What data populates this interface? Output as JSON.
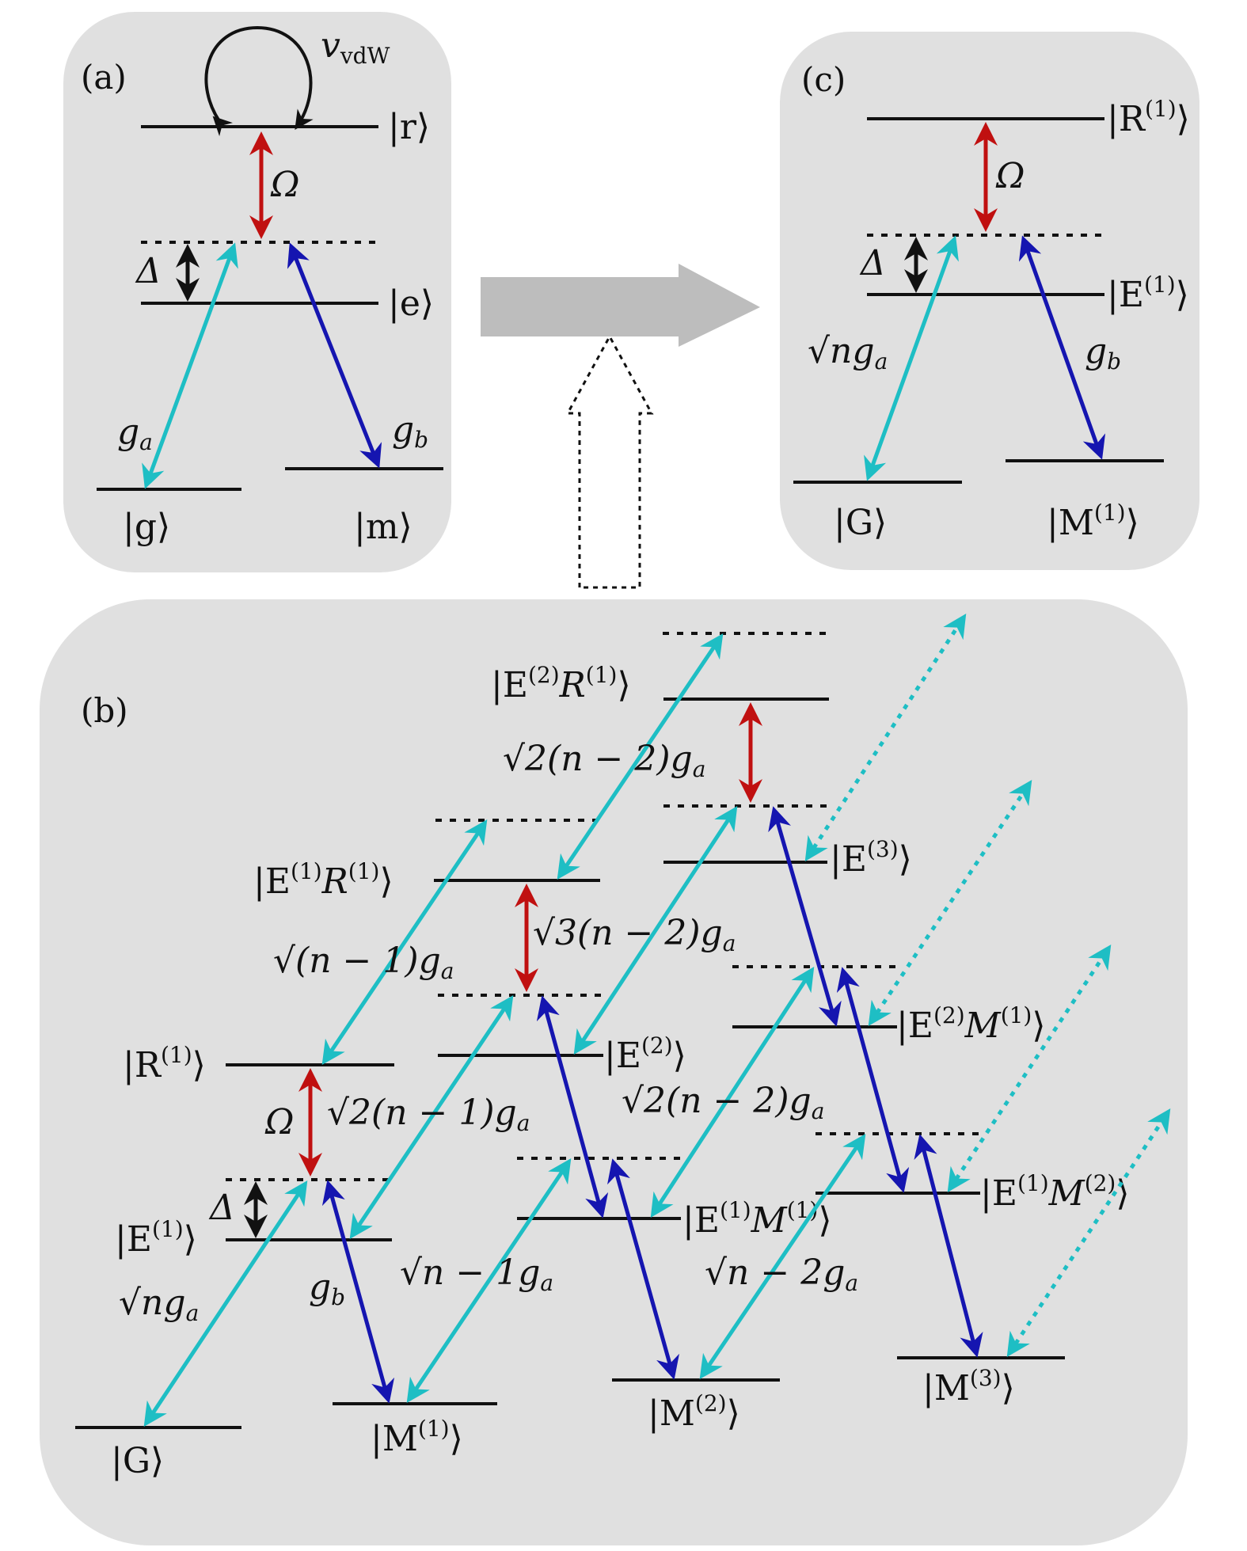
{
  "panels": {
    "a": {
      "label": "(a)",
      "levels": {
        "r": "|r⟩",
        "e": "|e⟩",
        "g": "|g⟩",
        "m": "|m⟩"
      },
      "vdw": {
        "main": "v",
        "sub": "vdW"
      },
      "omega": "Ω",
      "delta": "Δ",
      "ga": {
        "main": "g",
        "sub": "a"
      },
      "gb": {
        "main": "g",
        "sub": "b"
      }
    },
    "b": {
      "label": "(b)",
      "levels": {
        "G": "|G⟩",
        "E1": {
          "pre": "|E",
          "sup": "(1)",
          "post": "⟩"
        },
        "R1": {
          "pre": "|R",
          "sup": "(1)",
          "post": "⟩"
        },
        "M1": {
          "pre": "|M",
          "sup": "(1)",
          "post": "⟩"
        },
        "E2": {
          "pre": "|E",
          "sup": "(2)",
          "post": "⟩"
        },
        "E1R1": {
          "pre": "|E",
          "sup1": "(1)",
          "mid": "R",
          "sup2": "(1)",
          "post": "⟩"
        },
        "E1M1": {
          "pre": "|E",
          "sup1": "(1)",
          "mid": "M",
          "sup2": "(1)",
          "post": "⟩"
        },
        "M2": {
          "pre": "|M",
          "sup": "(2)",
          "post": "⟩"
        },
        "E2R1": {
          "pre": "|E",
          "sup1": "(2)",
          "mid": "R",
          "sup2": "(1)",
          "post": "⟩"
        },
        "E3": {
          "pre": "|E",
          "sup": "(3)",
          "post": "⟩"
        },
        "E2M1": {
          "pre": "|E",
          "sup1": "(2)",
          "mid": "M",
          "sup2": "(1)",
          "post": "⟩"
        },
        "E1M2": {
          "pre": "|E",
          "sup1": "(1)",
          "mid": "M",
          "sup2": "(2)",
          "post": "⟩"
        },
        "M3": {
          "pre": "|M",
          "sup": "(3)",
          "post": "⟩"
        }
      },
      "omega": "Ω",
      "delta": "Δ",
      "gb": {
        "main": "g",
        "sub": "b"
      },
      "couplings": {
        "sqrt_n": {
          "root": "√",
          "body": "n",
          "g": "g",
          "sub": "a"
        },
        "sqrt_n1": {
          "root": "√",
          "body": "(n − 1)",
          "g": "g",
          "sub": "a"
        },
        "sqrt_2n1": {
          "root": "√",
          "body": "2(n − 1)",
          "g": "g",
          "sub": "a"
        },
        "sqrt_n_minus_1": {
          "root": "√",
          "body": "n − 1",
          "g": "g",
          "sub": "a"
        },
        "sqrt_3n2": {
          "root": "√",
          "body": "3(n − 2)",
          "g": "g",
          "sub": "a"
        },
        "sqrt_2n2_top": {
          "root": "√",
          "body": "2(n − 2)",
          "g": "g",
          "sub": "a"
        },
        "sqrt_2n2_mid": {
          "root": "√",
          "body": "2(n − 2)",
          "g": "g",
          "sub": "a"
        },
        "sqrt_n_minus_2": {
          "root": "√",
          "body": "n − 2",
          "g": "g",
          "sub": "a"
        }
      }
    },
    "c": {
      "label": "(c)",
      "levels": {
        "R1": {
          "pre": "|R",
          "sup": "(1)",
          "post": "⟩"
        },
        "E1": {
          "pre": "|E",
          "sup": "(1)",
          "post": "⟩"
        },
        "G": "|G⟩",
        "M1": {
          "pre": "|M",
          "sup": "(1)",
          "post": "⟩"
        }
      },
      "omega": "Ω",
      "delta": "Δ",
      "sqrt_n_ga": {
        "root": "√",
        "body": "n",
        "g": "g",
        "sub": "a"
      },
      "gb": {
        "main": "g",
        "sub": "b"
      }
    }
  },
  "colors": {
    "panel_bg": "#e0e0e0",
    "cyan": "#1ebec4",
    "blue": "#1515b0",
    "red": "#c01010",
    "black": "#111111",
    "gray_arrow": "#bdbdbd"
  }
}
